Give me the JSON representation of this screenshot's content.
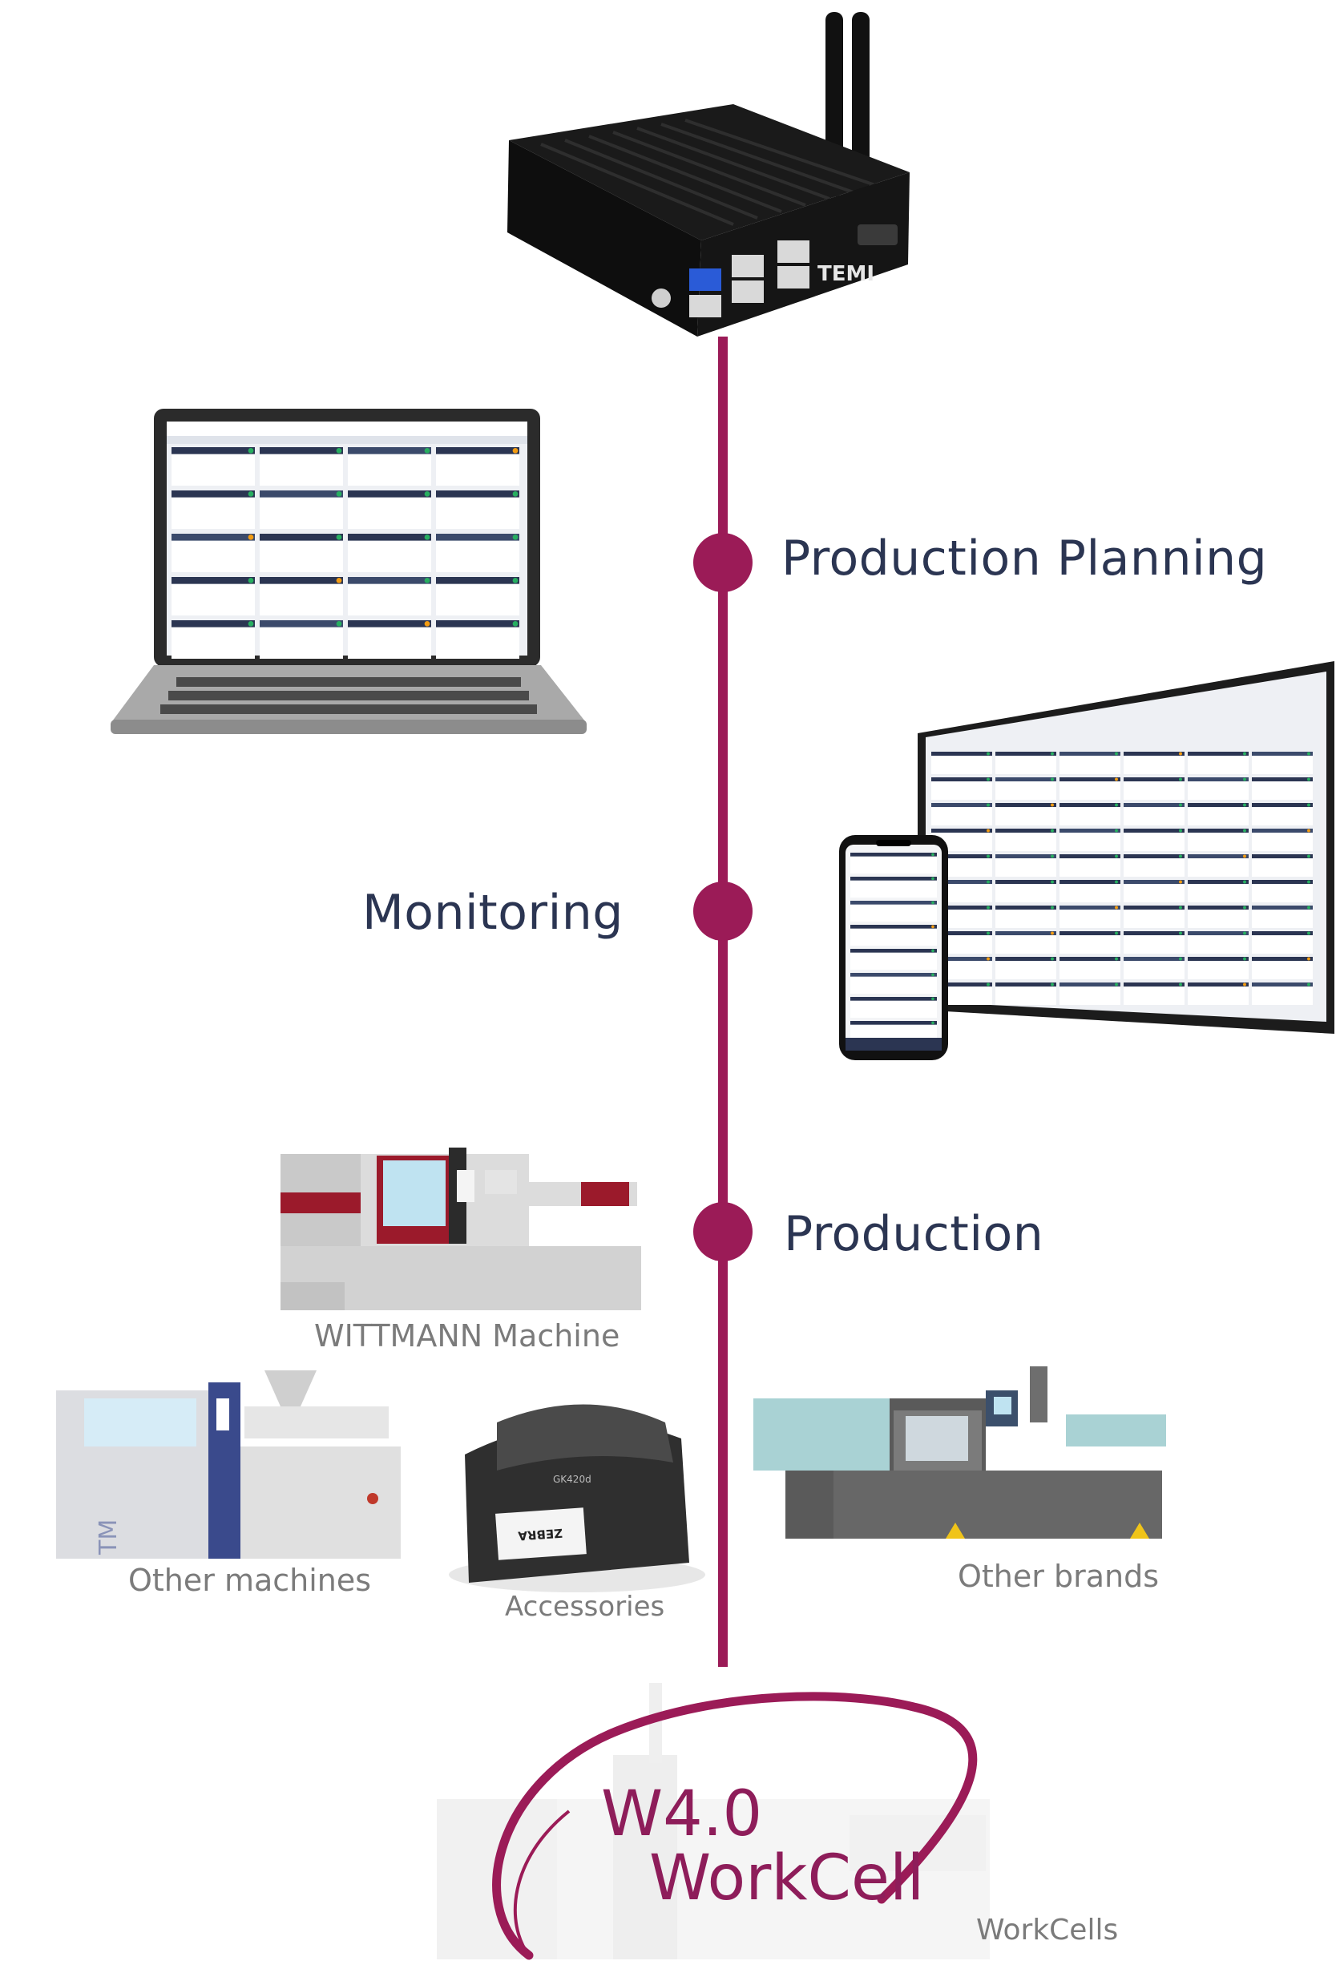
{
  "colors": {
    "line": "#9b1b57",
    "label": "#2b3552",
    "caption": "#7b7b7b",
    "workcell": "#8e1d5a"
  },
  "stages": {
    "planning": "Production Planning",
    "monitoring": "Monitoring",
    "production": "Production"
  },
  "captions": {
    "wittmann": "WITTMANN Machine",
    "other_machines": "Other machines",
    "accessories": "Accessories",
    "other_brands": "Other brands",
    "workcells": "WorkCells"
  },
  "logo": {
    "line1": "W4.0",
    "line2": "WorkCell",
    "device_brand": "TEMI",
    "printer_brand": "ZEBRA",
    "printer_model": "GK420d",
    "tm": "TM"
  },
  "icons": [
    "edge-computer-icon",
    "laptop-icon",
    "wall-display-icon",
    "smartphone-icon",
    "injection-machine-icon",
    "label-printer-icon",
    "workcell-icon"
  ]
}
